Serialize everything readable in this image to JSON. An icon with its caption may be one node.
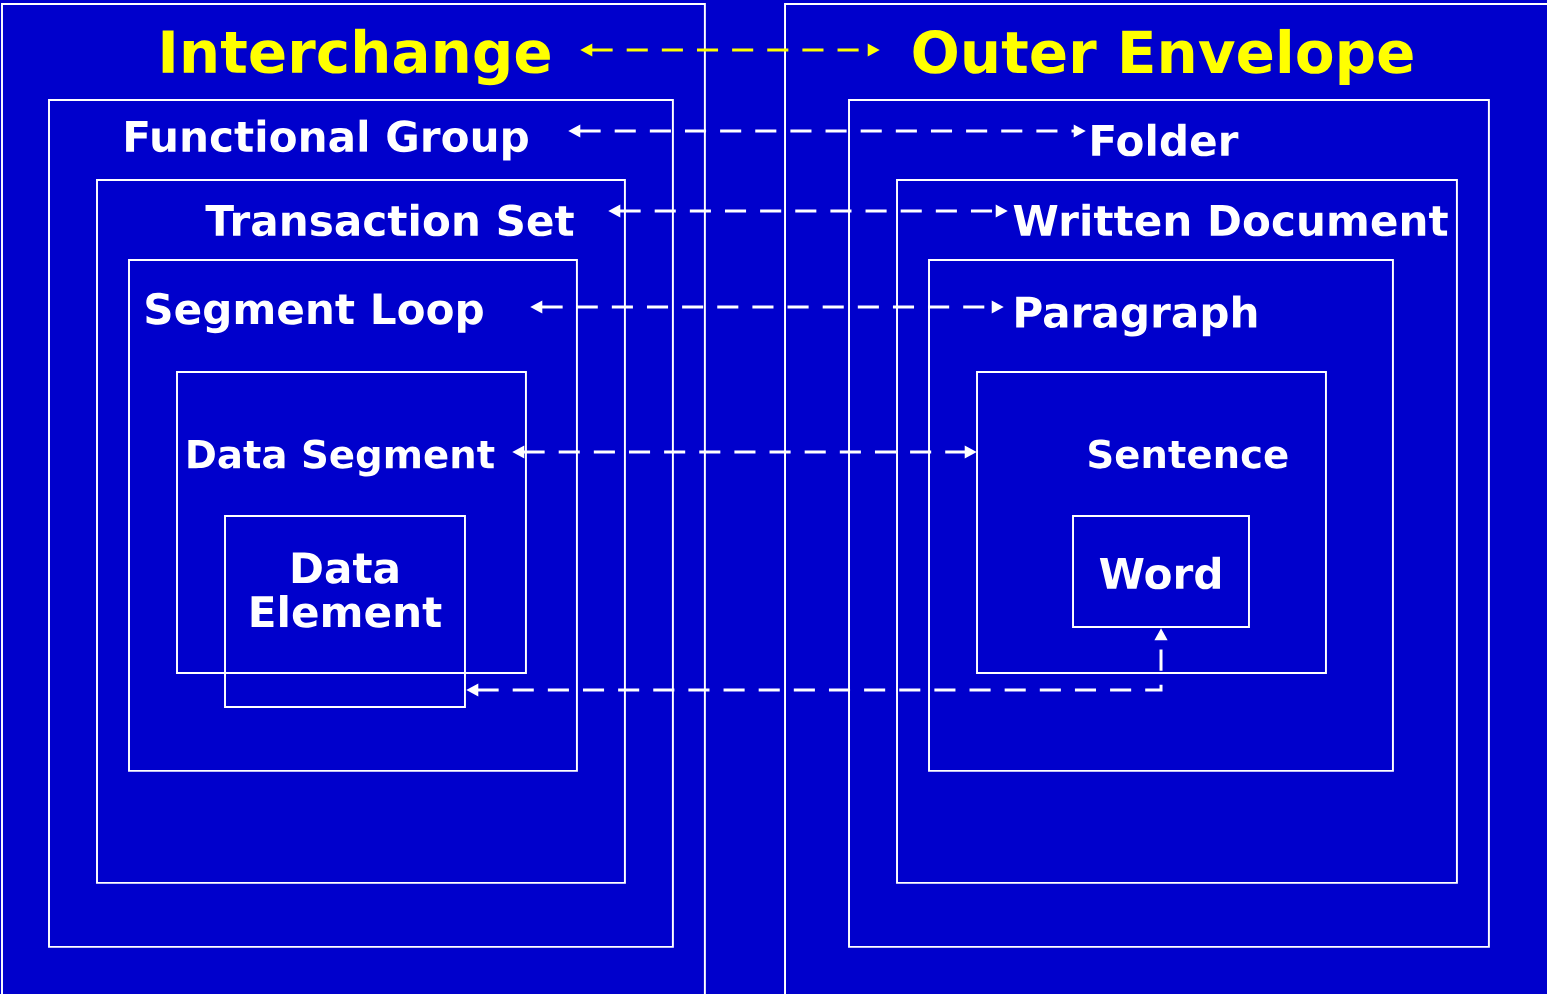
{
  "diagram": {
    "nodes": [
      {
        "text": [
          "Interchange"
        ]
      },
      {
        "text": [
          "Functional Group"
        ],
        "in": 0
      },
      {
        "text": [
          "Transaction Set"
        ],
        "in": 1
      },
      {
        "text": [
          "Segment Loop"
        ],
        "in": 2
      },
      {
        "text": [
          "Data Segment"
        ],
        "in": 3
      },
      {
        "text": [
          "Data Element"
        ],
        "in": 3
      },
      {
        "text": [
          "Outer Envelope"
        ]
      },
      {
        "text": [
          "Folder"
        ],
        "in": 6
      },
      {
        "text": [
          "Written Document"
        ],
        "in": 7
      },
      {
        "text": [
          "Paragraph"
        ],
        "in": 8
      },
      {
        "text": [
          "Sentence"
        ],
        "in": 9
      },
      {
        "text": [
          "Word"
        ],
        "in": 10
      }
    ],
    "edges": [
      {
        "from": 0,
        "to": 6,
        "arrow": "both",
        "style": "dashed",
        "color": "#ffff00"
      },
      {
        "from": 1,
        "to": 7,
        "arrow": "both",
        "style": "dashed"
      },
      {
        "from": 2,
        "to": 8,
        "arrow": "both",
        "style": "dashed"
      },
      {
        "from": 3,
        "to": 9,
        "arrow": "both",
        "style": "dashed"
      },
      {
        "from": 4,
        "to": 10,
        "arrow": "both",
        "style": "dashed"
      },
      {
        "from": 5,
        "to": 11,
        "arrow": "both",
        "style": "dashed"
      }
    ]
  }
}
